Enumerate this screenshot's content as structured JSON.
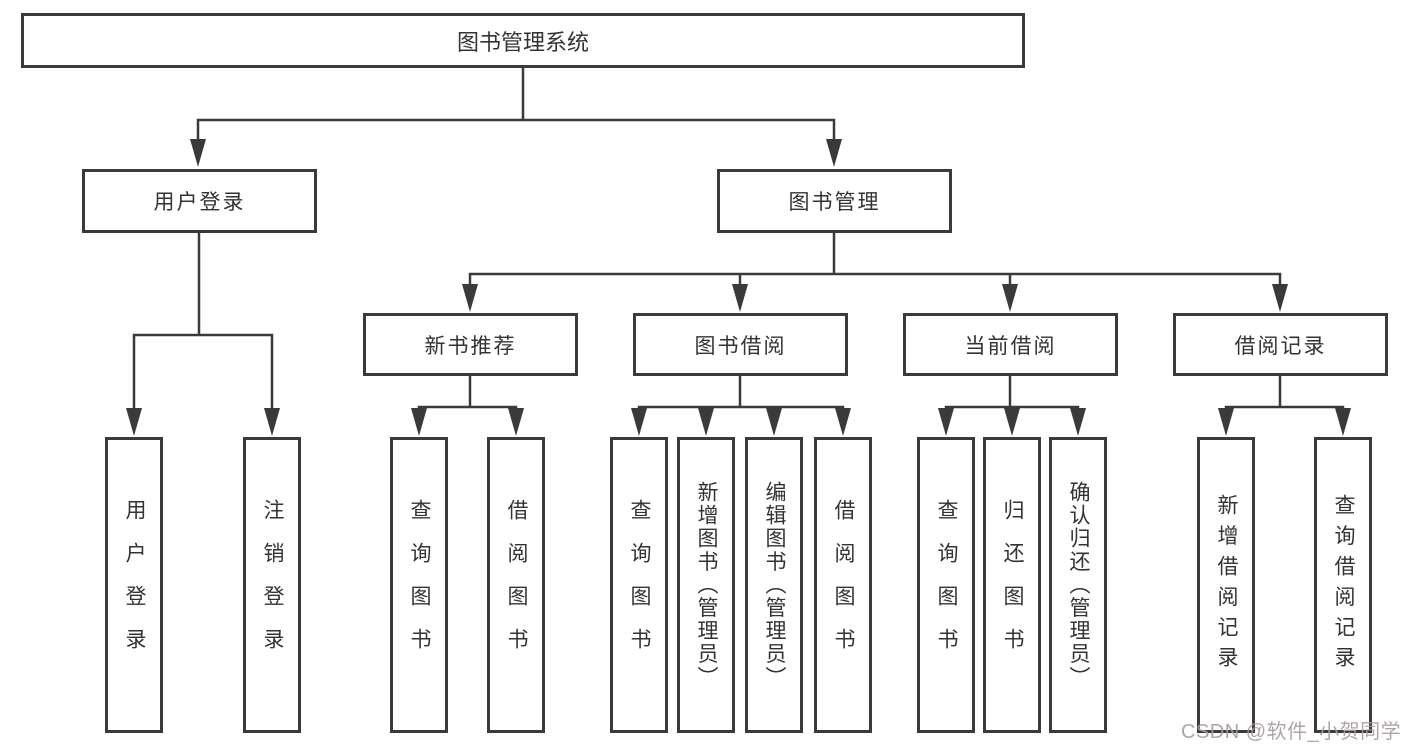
{
  "diagram": {
    "root": {
      "label": "图书管理系统"
    },
    "branches": [
      {
        "label": "用户登录",
        "children": [
          {
            "label": "用户登录"
          },
          {
            "label": "注销登录"
          }
        ]
      },
      {
        "label": "图书管理",
        "sections": [
          {
            "label": "新书推荐",
            "children": [
              {
                "label": "查询图书"
              },
              {
                "label": "借阅图书"
              }
            ]
          },
          {
            "label": "图书借阅",
            "children": [
              {
                "label": "查询图书"
              },
              {
                "label": "新增图书（管理员）"
              },
              {
                "label": "编辑图书（管理员）"
              },
              {
                "label": "借阅图书"
              }
            ]
          },
          {
            "label": "当前借阅",
            "children": [
              {
                "label": "查询图书"
              },
              {
                "label": "归还图书"
              },
              {
                "label": "确认归还（管理员）"
              }
            ]
          },
          {
            "label": "借阅记录",
            "children": [
              {
                "label": "新增借阅记录"
              },
              {
                "label": "查询借阅记录"
              }
            ]
          }
        ]
      }
    ],
    "watermark": "CSDN @软件_小贺同学",
    "colors": {
      "line": "#3a3a3a",
      "watermark": "#a89e9e",
      "background": "#ffffff"
    }
  }
}
